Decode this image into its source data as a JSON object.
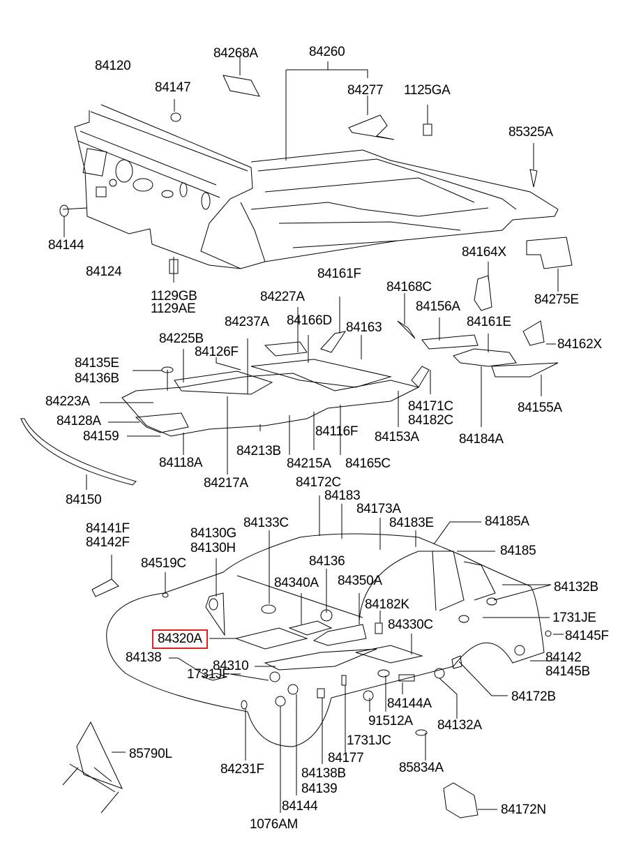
{
  "diagram": {
    "type": "exploded parts diagram",
    "subject": "vehicle floor panels, dash panel, insulation pads and plugs",
    "highlight_color": "#e02020",
    "highlighted_part": "84320A",
    "labels": {
      "p84120": "84120",
      "p84268A": "84268A",
      "p84260": "84260",
      "p84147": "84147",
      "p84277": "84277",
      "p1125GA": "1125GA",
      "p85325A": "85325A",
      "p84144_top": "84144",
      "p84124": "84124",
      "p1129GB": "1129GB",
      "p1129AE": "1129AE",
      "p84164X": "84164X",
      "p84275E": "84275E",
      "p84161F": "84161F",
      "p84168C": "84168C",
      "p84227A": "84227A",
      "p84156A": "84156A",
      "p84237A": "84237A",
      "p84166D": "84166D",
      "p84163": "84163",
      "p84161E": "84161E",
      "p84162X": "84162X",
      "p84225B": "84225B",
      "p84126F": "84126F",
      "p84135E": "84135E",
      "p84136B": "84136B",
      "p84223A": "84223A",
      "p84171C": "84171C",
      "p84182C": "84182C",
      "p84155A": "84155A",
      "p84128A": "84128A",
      "p84116F": "84116F",
      "p84159": "84159",
      "p84153A": "84153A",
      "p84184A": "84184A",
      "p84118A": "84118A",
      "p84213B": "84213B",
      "p84215A": "84215A",
      "p84165C": "84165C",
      "p84150": "84150",
      "p84217A": "84217A",
      "p84172C": "84172C",
      "p84183": "84183",
      "p84173A": "84173A",
      "p84183E": "84183E",
      "p84185A": "84185A",
      "p84141F": "84141F",
      "p84142F": "84142F",
      "p84130G": "84130G",
      "p84133C": "84133C",
      "p84130H": "84130H",
      "p84185": "84185",
      "p84519C": "84519C",
      "p84136": "84136",
      "p84340A": "84340A",
      "p84350A": "84350A",
      "p84132B": "84132B",
      "p84182K": "84182K",
      "p1731JE": "1731JE",
      "p84320A": "84320A",
      "p84330C": "84330C",
      "p84145F": "84145F",
      "p84138": "84138",
      "p84310": "84310",
      "p84142": "84142",
      "p84145B": "84145B",
      "p1731JF": "1731JF",
      "p84144A": "84144A",
      "p84172B": "84172B",
      "p91512A": "91512A",
      "p84132A": "84132A",
      "p85790L": "85790L",
      "p1731JC": "1731JC",
      "p84231F": "84231F",
      "p84177": "84177",
      "p85834A": "85834A",
      "p84138B": "84138B",
      "p84139": "84139",
      "p84144_bottom": "84144",
      "p84172N": "84172N",
      "p1076AM": "1076AM"
    }
  }
}
